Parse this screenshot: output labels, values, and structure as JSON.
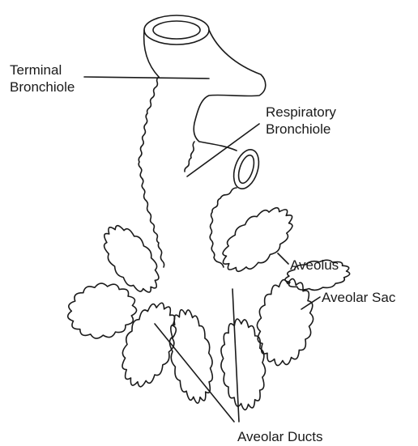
{
  "labels": {
    "terminal_bronchiole": [
      "Terminal",
      "Bronchiole"
    ],
    "respiratory_bronchiole": [
      "Respiratory",
      "Bronchiole"
    ],
    "alveolus": "Aveolus",
    "alveolar_sac": "Aveolar Sac",
    "alveolar_ducts": "Aveolar Ducts"
  },
  "colors": {
    "ink": "#1a1a1a",
    "background": "#ffffff"
  }
}
